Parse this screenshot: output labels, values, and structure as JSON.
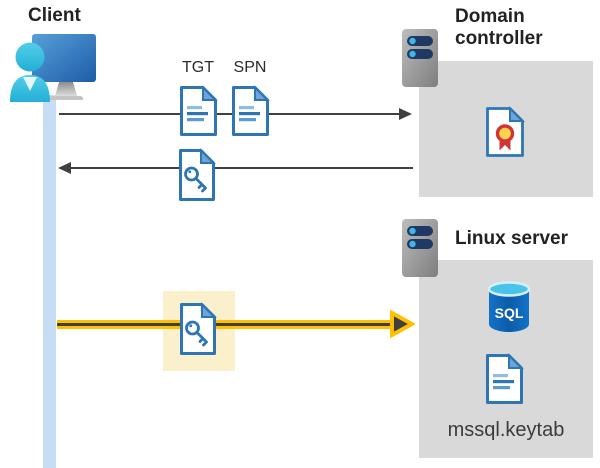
{
  "labels": {
    "client": "Client",
    "tgt": "TGT",
    "spn": "SPN",
    "domain_controller": "Domain controller",
    "linux_server": "Linux server",
    "sql": "SQL",
    "keytab": "mssql.keytab"
  },
  "colors": {
    "doc_blue": "#2E75B6",
    "doc_fold": "#6FA4D8",
    "doc_line_light": "#8FBCE3",
    "doc_line_mid": "#5B9BD5",
    "arrow_gray": "#404040",
    "lifeline_blue": "#C7DDF6",
    "box_gray": "#D9D9D9",
    "highlight_yellow": "#FAF1CC",
    "arrow_yellow": "#FFC000",
    "server_bar_navy": "#1F3864",
    "server_dot_blue": "#41B8E4",
    "sql_cylinder_blue": "#0F66B4",
    "sql_top_cyan": "#49C3EA",
    "cert_red": "#D13438",
    "cert_gold": "#FFD24C",
    "person_cyan": "#35BCE2",
    "monitor_blue": "#2F79C1"
  }
}
